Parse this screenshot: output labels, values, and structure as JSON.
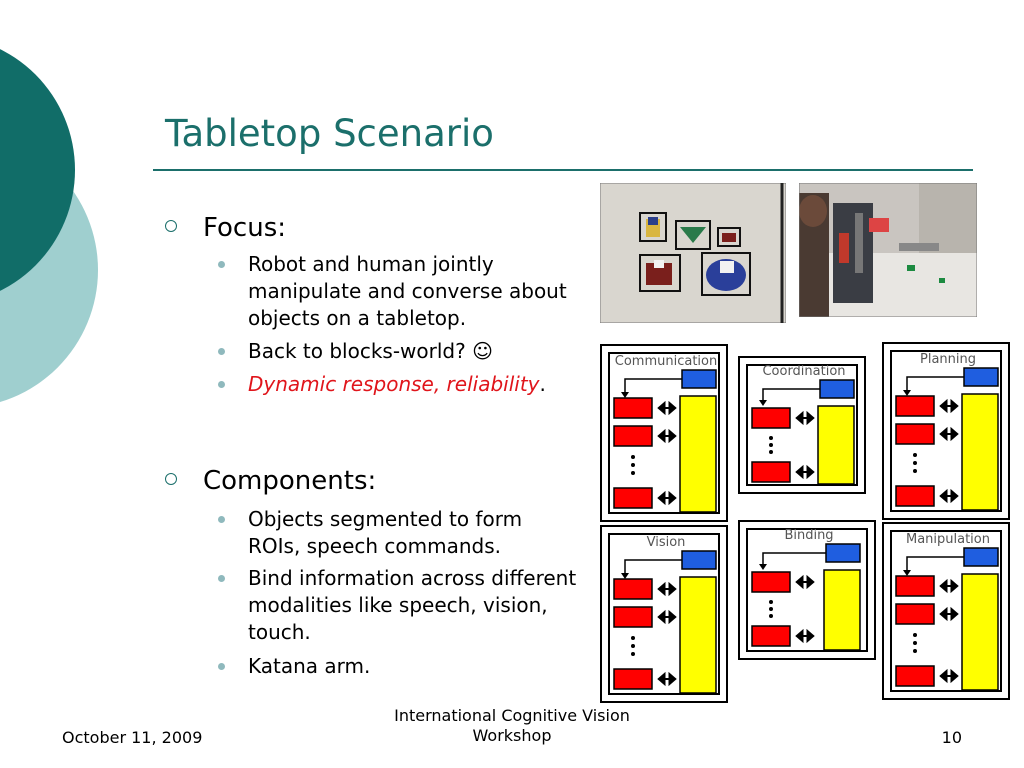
{
  "slide": {
    "title": "Tabletop Scenario",
    "sections": [
      {
        "heading": "Focus:",
        "bullets": [
          {
            "text": "Robot and human jointly manipulate and converse about objects on a tabletop."
          },
          {
            "text": "Back to blocks-world? ☺"
          },
          {
            "emphasis": "Dynamic response, reliability",
            "suffix": "."
          }
        ]
      },
      {
        "heading": "Components:",
        "bullets": [
          {
            "text": "Objects segmented to form ROIs, speech commands."
          },
          {
            "text": "Bind information across different modalities like speech, vision, touch."
          },
          {
            "text": "Katana arm."
          }
        ]
      }
    ]
  },
  "diagram": {
    "panels": [
      "Communication",
      "Coordination",
      "Planning",
      "Vision",
      "Binding",
      "Manipulation"
    ],
    "colors": {
      "process": "#ff0000",
      "memory": "#ffff00",
      "interface": "#1f5ee0",
      "frame": "#000000"
    }
  },
  "theme": {
    "accent": "#1b6f6b",
    "accent_light": "#9fcfcf",
    "bullet": "#8fb9bd",
    "emphasis": "#e0151b"
  },
  "footer": {
    "date": "October 11, 2009",
    "event": "International Cognitive Vision Workshop",
    "page": "10"
  }
}
